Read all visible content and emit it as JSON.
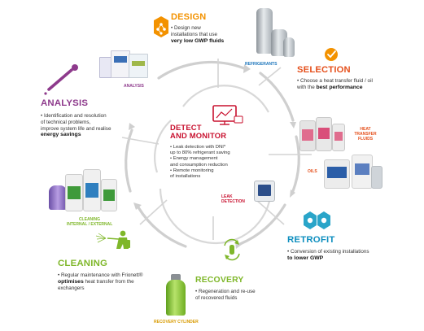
{
  "colors": {
    "design": "#f39200",
    "selection": "#e5501c",
    "detect": "#c8102e",
    "retrofit": "#0f8fbf",
    "recovery": "#7fb72a",
    "cleaning": "#7fb72a",
    "analysis": "#8e3a8c",
    "ring": "#c9c9c9"
  },
  "center": {
    "title_line1": "DETECT",
    "title_line2": "AND MONITOR",
    "b1_line1": "• Leak detection with DNI*",
    "b1_line2": "up to 80% refrigerant saving",
    "b2_line1": "• Energy management",
    "b2_line2": "and consumption reduction",
    "b3_line1": "• Remote monitoring",
    "b3_line2": "of installations",
    "caption_line1": "LEAK",
    "caption_line2": "DETECTION",
    "icon": "monitor-chart-icon"
  },
  "design": {
    "title": "DESIGN",
    "line1": "• Design new",
    "line2": "installations that use",
    "line3": "very low GWP fluids",
    "icon": "flask-network-icon",
    "caption": "REFRIGERANTS"
  },
  "selection": {
    "title": "SELECTION",
    "line1": "• Choose a heat transfer fluid / oil",
    "line2_plain": "with the ",
    "line2_bold": "best performance",
    "icon": "checkmark-circle-icon",
    "caption_fluids_line1": "HEAT",
    "caption_fluids_line2": "TRANSFER",
    "caption_fluids_line3": "FLUIDS",
    "caption_oils": "OILS"
  },
  "retrofit": {
    "title": "RETROFIT",
    "line1": "• Conversion of existing installations",
    "line2": "to lower GWP",
    "icon": "two-cylinders-icon"
  },
  "recovery": {
    "title": "RECOVERY",
    "line1": "• Regeneration and re-use",
    "line2": "of recovered fluids",
    "icon": "recycle-cylinder-icon",
    "caption": "RECOVERY CYLINDER"
  },
  "cleaning": {
    "title": "CLEANING",
    "line1": "• Regular maintenance with Frionett®",
    "line2_bold": "optimises",
    "line2_plain": " heat transfer from the",
    "line3": "exchangers",
    "icon": "person-spraying-icon",
    "caption_line1": "CLEANING",
    "caption_line2": "INTERNAL / EXTERNAL"
  },
  "analysis": {
    "title": "ANALYSIS",
    "line1": "• Identification and resolution",
    "line2": "of technical problems,",
    "line3": "improve system life and realise",
    "line4": "energy savings",
    "icon": "dropper-icon",
    "caption": "ANALYSIS"
  }
}
